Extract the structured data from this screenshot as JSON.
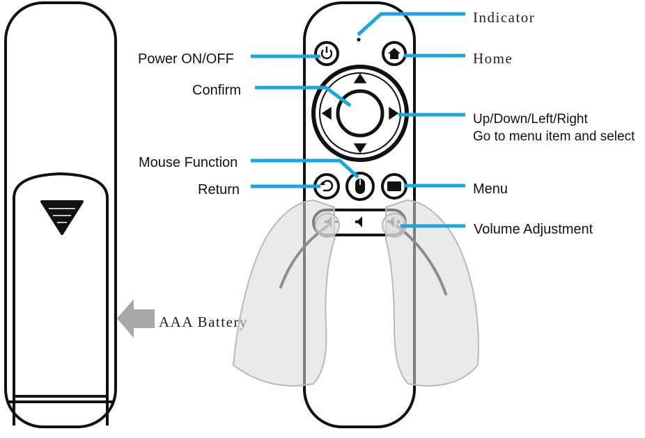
{
  "labels": {
    "indicator": "Indicator",
    "power": "Power  ON/OFF",
    "home": "Home",
    "confirm": "Confirm",
    "directions_line1": "Up/Down/Left/Right",
    "directions_line2": "Go to menu item and select",
    "mouse": "Mouse Function",
    "return": "Return",
    "menu": "Menu",
    "volume": "Volume Adjustment",
    "battery": "AAA Battery"
  },
  "icons": {
    "power": "power-icon",
    "home": "home-icon",
    "return": "return-icon",
    "mouse": "mouse-icon",
    "menu": "menu-icon",
    "volume_down": "volume-down-icon",
    "volume_mute": "volume-icon",
    "volume_up": "volume-up-icon",
    "battery_cover": "triangle-down-icon",
    "battery_arrow": "arrow-right-icon"
  },
  "colors": {
    "leader": "#1aa6df",
    "outline": "#111111",
    "hand": "#d8d8d8"
  }
}
